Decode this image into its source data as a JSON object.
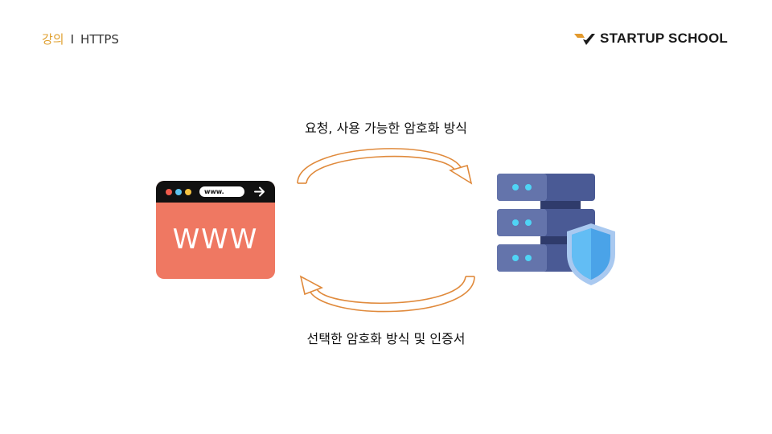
{
  "header": {
    "category": "강의",
    "separator": "I",
    "title": "HTTPS"
  },
  "logo": {
    "text": "STARTUP SCHOOL",
    "accent_color": "#e39a2e"
  },
  "diagram": {
    "request_label": "요청, 사용 가능한 암호화 방식",
    "response_label": "선택한 암호화 방식 및 인증서",
    "browser": {
      "url_text": "www.",
      "body_text": "WWW",
      "color": "#ef7862"
    },
    "server": {
      "color": "#5d6fa3",
      "shield_color": "#4aa3e8"
    },
    "arrow_color": "#e08a3c"
  }
}
